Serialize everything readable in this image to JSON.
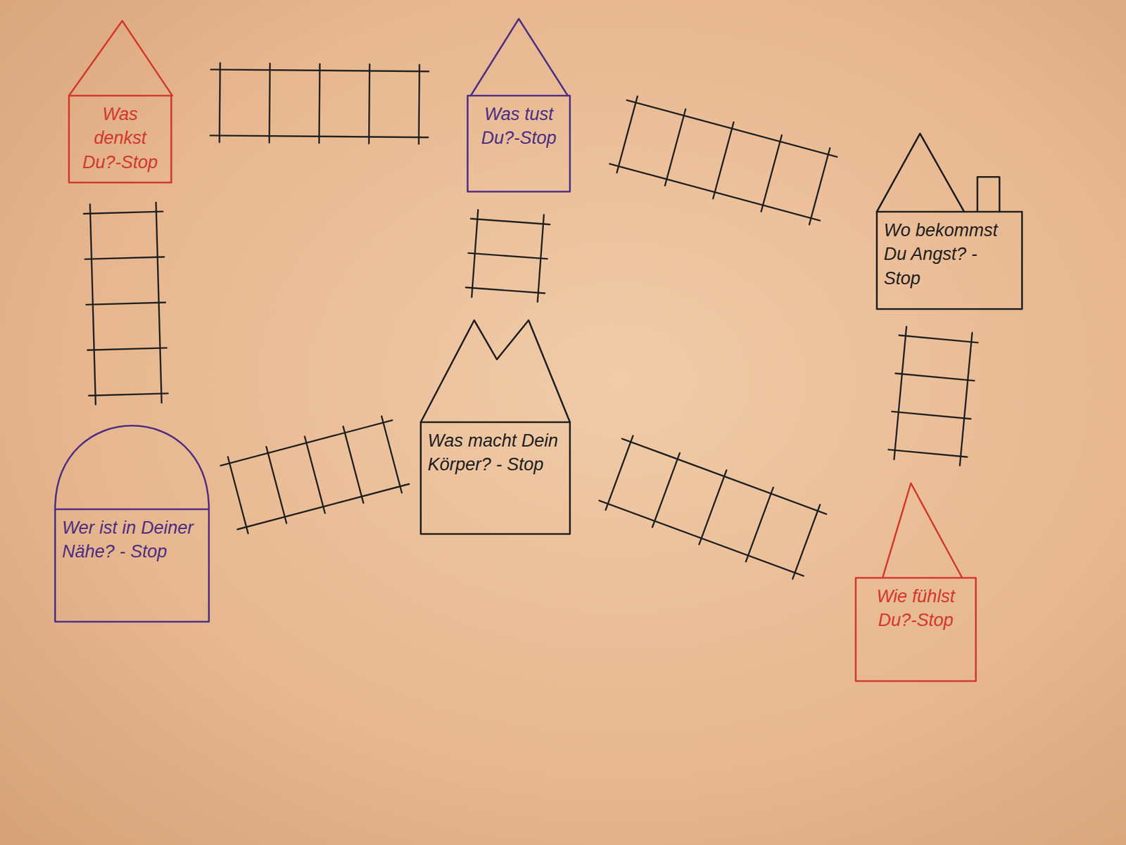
{
  "diagram": {
    "nodes": [
      {
        "text": [
          "Was denkst Du?-Stop"
        ]
      },
      {
        "text": [
          "Was tust Du?-Stop"
        ]
      },
      {
        "text": [
          "Wo bekommst Du Angst? - Stop"
        ]
      },
      {
        "text": [
          "Was macht Dein Körper? - Stop"
        ]
      },
      {
        "text": [
          "Wer ist in Deiner Nähe? - Stop"
        ]
      },
      {
        "text": [
          "Wie fühlst Du?-Stop"
        ]
      }
    ],
    "edges": [
      {
        "from": 0,
        "to": 1,
        "arrow": "none"
      },
      {
        "from": 0,
        "to": 4,
        "arrow": "none"
      },
      {
        "from": 1,
        "to": 2,
        "arrow": "none"
      },
      {
        "from": 1,
        "to": 3,
        "arrow": "none"
      },
      {
        "from": 2,
        "to": 5,
        "arrow": "none"
      },
      {
        "from": 4,
        "to": 3,
        "arrow": "none"
      },
      {
        "from": 3,
        "to": 5,
        "arrow": "none"
      }
    ]
  }
}
